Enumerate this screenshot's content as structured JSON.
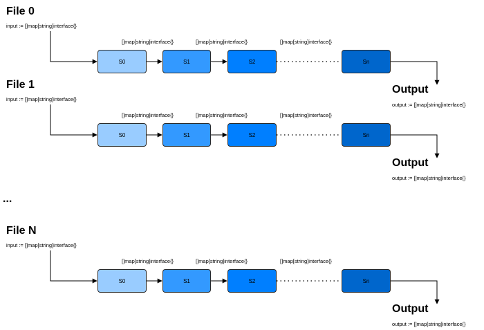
{
  "rows": [
    {
      "file_title": "File 0",
      "input_label": "input := []map[string]interface{}",
      "edge_labels": [
        "[]map[string]interface{}",
        "[]map[string]interface{}",
        "[]map[string]interface{}"
      ],
      "stages": [
        "S0",
        "S1",
        "S2",
        "Sn"
      ],
      "output_title": "Output",
      "output_label": "output := []map[string]interface{}"
    },
    {
      "file_title": "File 1",
      "input_label": "input := []map[string]interface{}",
      "edge_labels": [
        "[]map[string]interface{}",
        "[]map[string]interface{}",
        "[]map[string]interface{}"
      ],
      "stages": [
        "S0",
        "S1",
        "S2",
        "Sn"
      ],
      "output_title": "Output",
      "output_label": "output := []map[string]interface{}"
    },
    {
      "file_title": "File N",
      "input_label": "input := []map[string]interface{}",
      "edge_labels": [
        "[]map[string]interface{}",
        "[]map[string]interface{}",
        "[]map[string]interface{}"
      ],
      "stages": [
        "S0",
        "S1",
        "S2",
        "Sn"
      ],
      "output_title": "Output",
      "output_label": "output := []map[string]interface{}"
    }
  ],
  "between_rows_ellipsis": "...",
  "colors": {
    "stage_0": "#99ccff",
    "stage_1": "#3399ff",
    "stage_2": "#007fff",
    "stage_n": "#0066cc",
    "border": "#2a2a2a"
  }
}
